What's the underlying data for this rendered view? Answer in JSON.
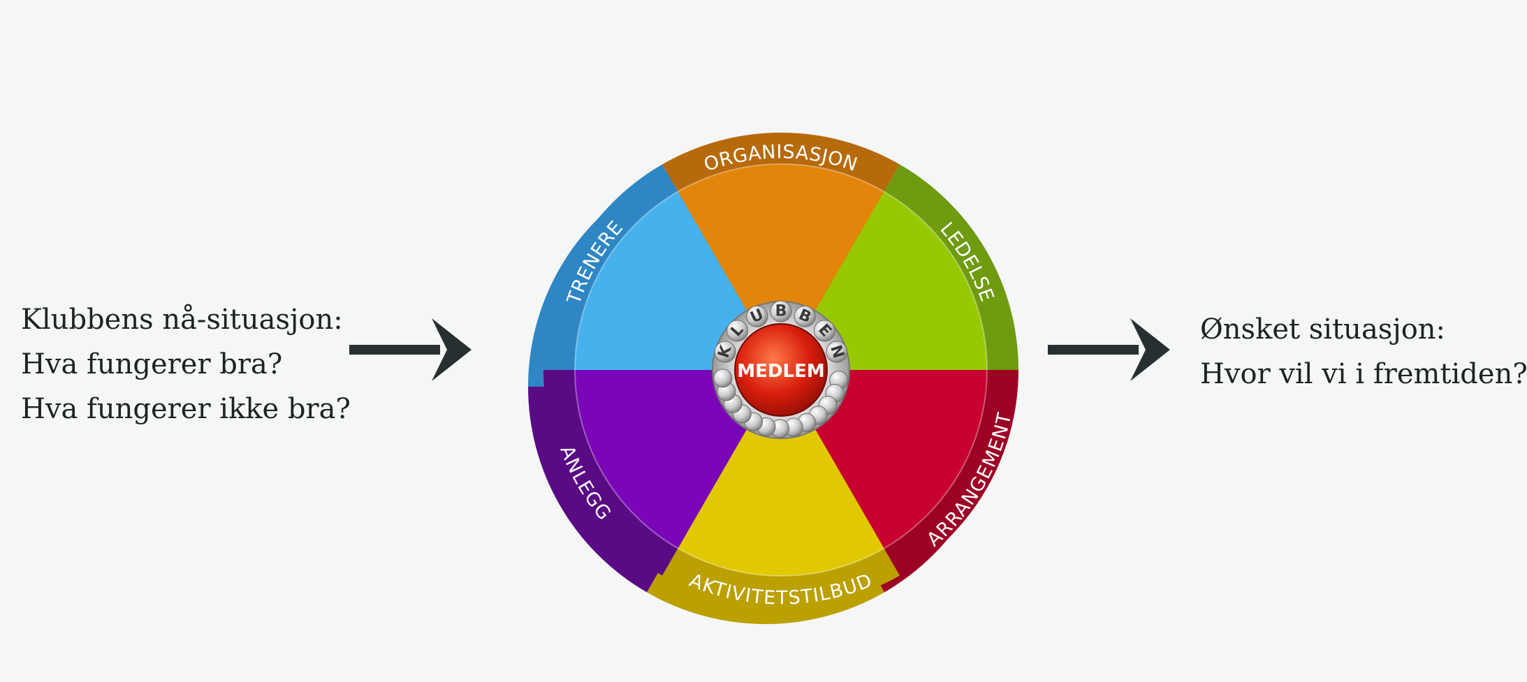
{
  "left_text": {
    "lines": [
      "Klubbens nå-situasjon:",
      "Hva fungerer bra?",
      "Hva fungerer ikke bra?"
    ]
  },
  "right_text": {
    "lines": [
      "Ønsket situasjon:",
      "Hvor vil vi i fremtiden?"
    ]
  },
  "wheel": {
    "segments": [
      {
        "label": "ORGANISASJON",
        "color": "#e3850a",
        "rim": "#b76a0c"
      },
      {
        "label": "LEDELSE",
        "color": "#98c900",
        "rim": "#6e9b10"
      },
      {
        "label": "ARRANGEMENT",
        "color": "#c7002f",
        "rim": "#9d0025"
      },
      {
        "label": "AKTIVITETSTILBUD",
        "color": "#e2c800",
        "rim": "#bba000"
      },
      {
        "label": "ANLEGG",
        "color": "#7a06b8",
        "rim": "#5a0a84"
      },
      {
        "label": "TRENERE",
        "color": "#45b2ee",
        "rim": "#2f86c4"
      }
    ],
    "ring_text": "KLUBBEN",
    "hub_text": "MEDLEM",
    "hub_color": "#d81e0c"
  },
  "arrow_color": "#263030"
}
